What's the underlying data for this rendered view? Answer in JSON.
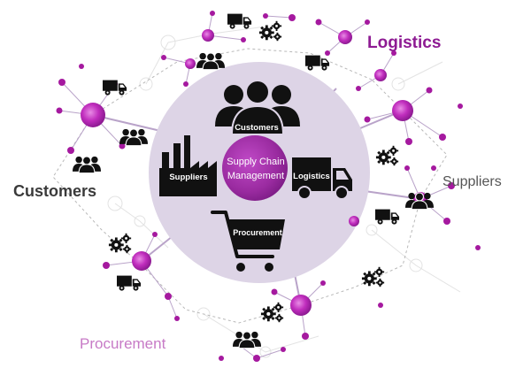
{
  "labels": {
    "logistics": "Logistics",
    "customers": "Customers",
    "suppliers": "Suppliers",
    "procurement": "Procurement"
  },
  "center": {
    "line1": "Supply Chain",
    "line2": "Management"
  },
  "inner": {
    "customers": "Customers",
    "suppliers": "Suppliers",
    "logistics": "Logistics",
    "procurement": "Procurement"
  },
  "colors": {
    "magenta": "#8e1b93",
    "node_purple": "#b41fb0",
    "center_disk": "#ddd4e6",
    "dark_label": "#3a3a3a",
    "gray_label": "#555555",
    "procurement_label": "#c77ac6",
    "line_purple": "#b9a3c9",
    "line_gray": "#cfcfcf"
  }
}
